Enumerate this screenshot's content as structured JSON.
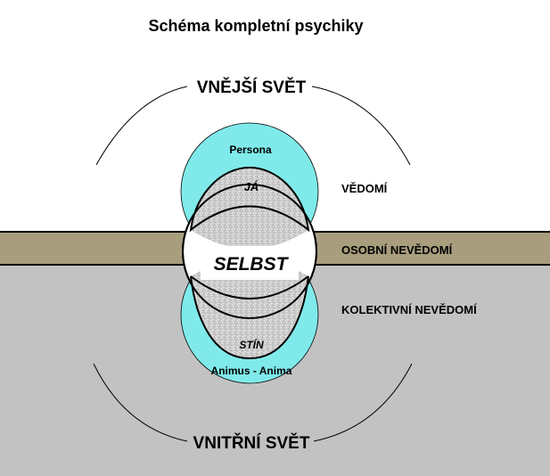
{
  "title": "Schéma kompletní psychiky",
  "labels": {
    "outer_world": "VNĚJŠÍ SVĚT",
    "inner_world": "VNITŘNÍ SVĚT",
    "persona": "Persona",
    "ego": "JÁ",
    "self": "SELBST",
    "shadow": "STÍN",
    "animus_anima": "Animus - Anima",
    "conscious": "VĚDOMÍ",
    "personal_unconscious": "OSOBNÍ NEVĚDOMÍ",
    "collective_unconscious": "KOLEKTIVNÍ NEVĚDOMÍ"
  },
  "colors": {
    "background": "#ffffff",
    "personal_band": "#a89e7e",
    "collective_area": "#c2c2c2",
    "circles": "#80eaea",
    "speckle": "#c8c8c8",
    "outline": "#000000"
  }
}
